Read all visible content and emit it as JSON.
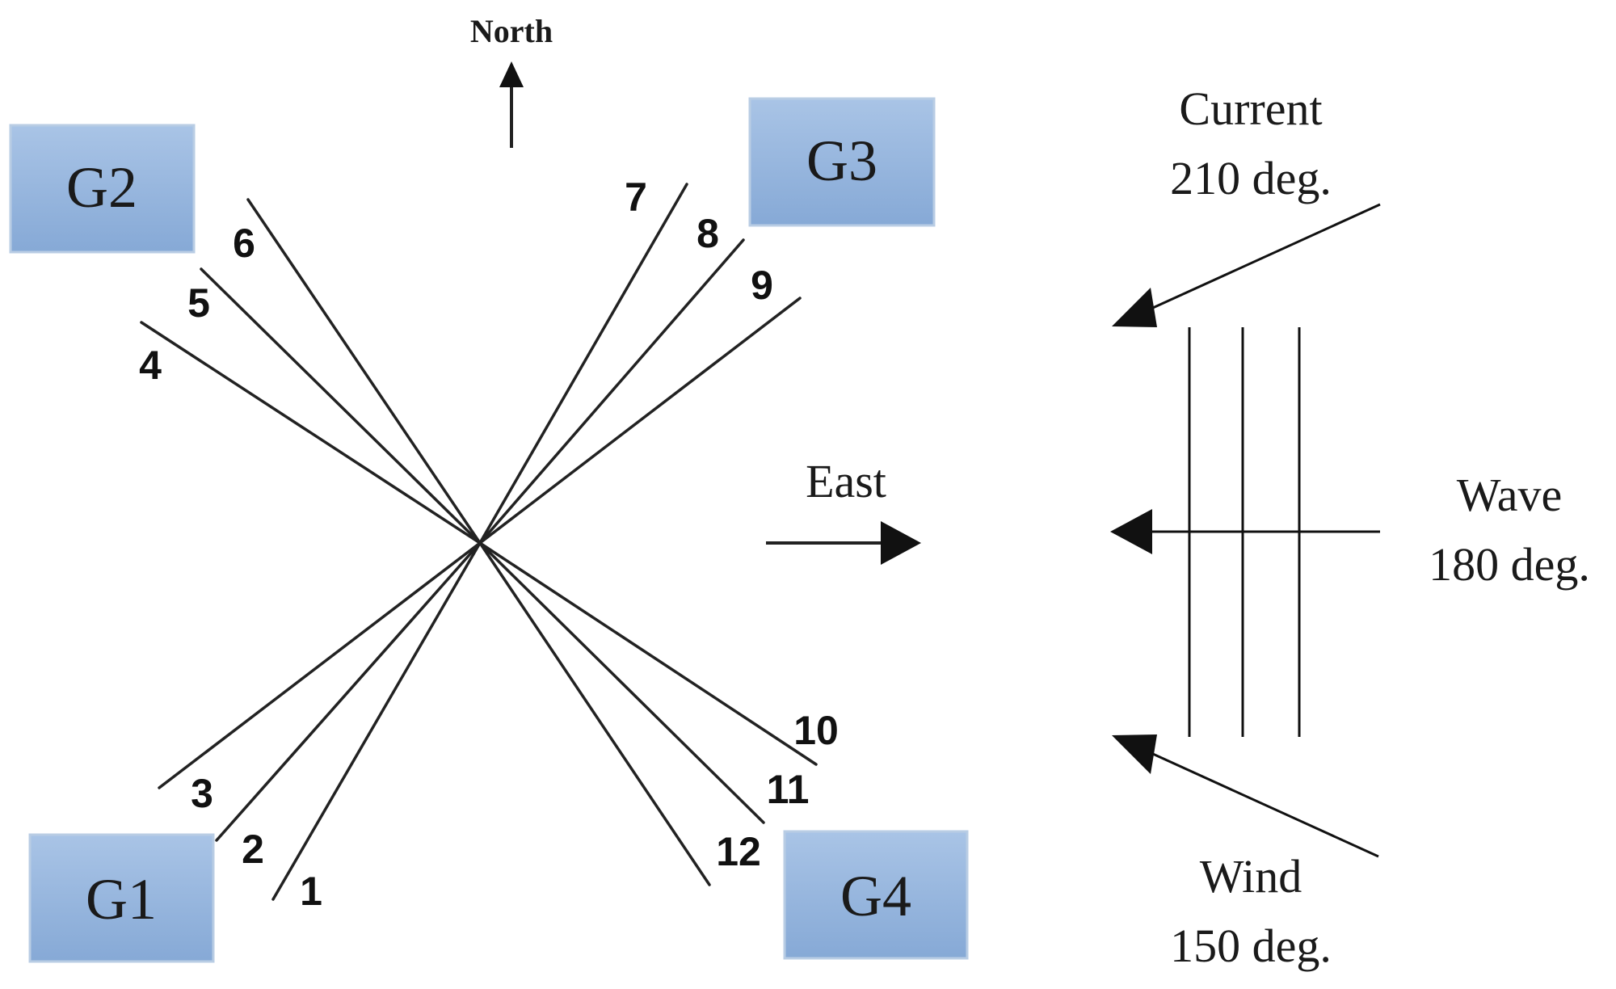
{
  "compass": {
    "north_label": "North",
    "east_label": "East"
  },
  "groups": [
    {
      "id": "g1",
      "label": "G1"
    },
    {
      "id": "g2",
      "label": "G2"
    },
    {
      "id": "g3",
      "label": "G3"
    },
    {
      "id": "g4",
      "label": "G4"
    }
  ],
  "mooring_lines": [
    "1",
    "2",
    "3",
    "4",
    "5",
    "6",
    "7",
    "8",
    "9",
    "10",
    "11",
    "12"
  ],
  "environment": {
    "current": {
      "label": "Current",
      "direction": "210 deg."
    },
    "wave": {
      "label": "Wave",
      "direction": "180 deg."
    },
    "wind": {
      "label": "Wind",
      "direction": "150 deg."
    }
  },
  "colors": {
    "box_fill": "#95b3d7",
    "box_stroke": "#b9cde4",
    "line": "#222222"
  }
}
